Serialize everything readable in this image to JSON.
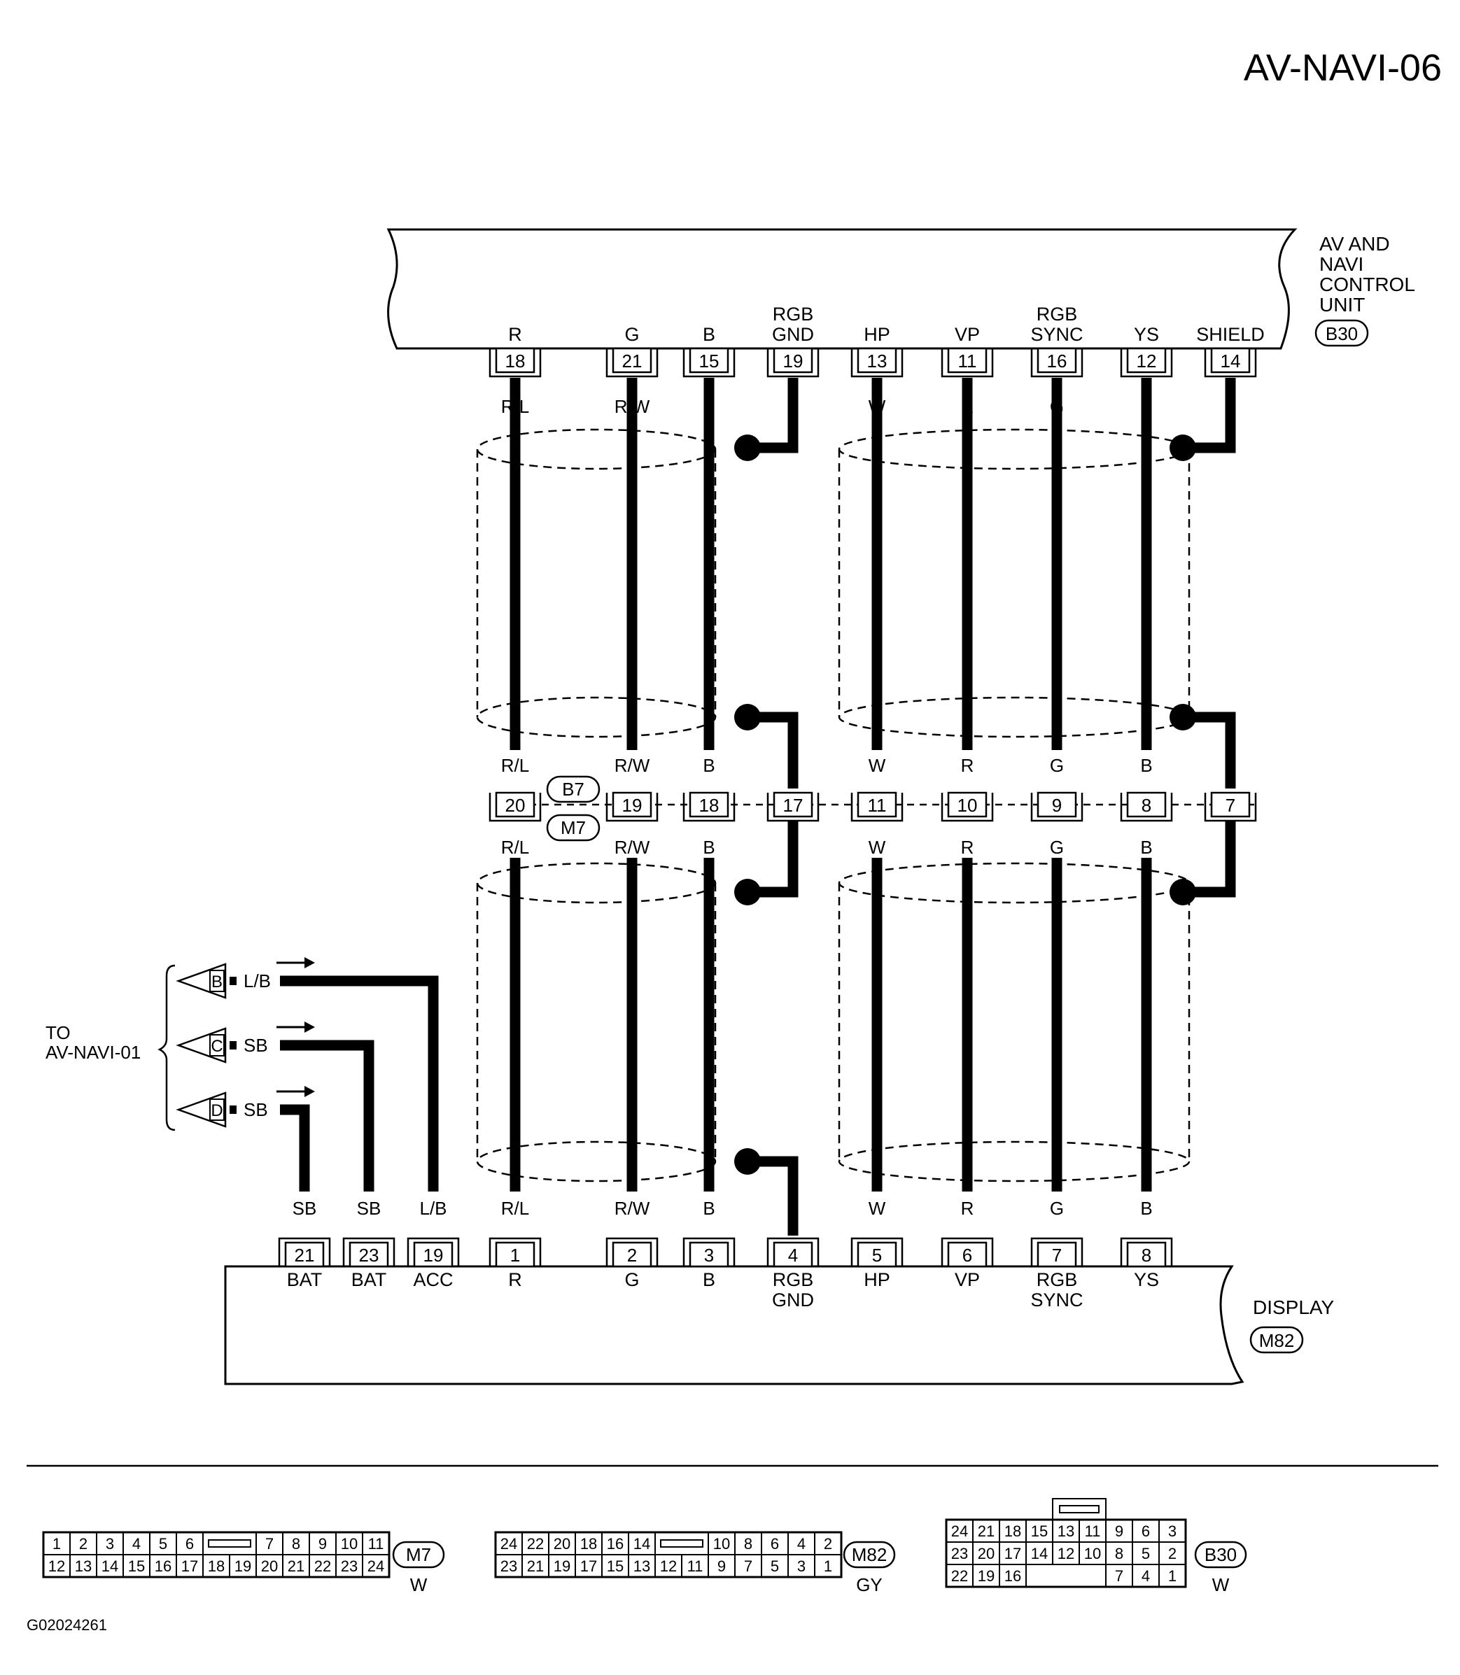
{
  "page_title": "AV-NAVI-06",
  "figure_code": "G02024261",
  "top_unit": {
    "name_lines": [
      "AV AND",
      "NAVI",
      "CONTROL",
      "UNIT"
    ],
    "connector": "B30",
    "pins": [
      {
        "pin": "18",
        "label": [
          "R"
        ],
        "wire": "R/L"
      },
      {
        "pin": "21",
        "label": [
          "G"
        ],
        "wire": "R/W"
      },
      {
        "pin": "15",
        "label": [
          "B"
        ],
        "wire": "B"
      },
      {
        "pin": "19",
        "label": [
          "RGB",
          "GND"
        ],
        "wire": ""
      },
      {
        "pin": "13",
        "label": [
          "HP"
        ],
        "wire": "W"
      },
      {
        "pin": "11",
        "label": [
          "VP"
        ],
        "wire": "R"
      },
      {
        "pin": "16",
        "label": [
          "RGB",
          "SYNC"
        ],
        "wire": "G"
      },
      {
        "pin": "12",
        "label": [
          "YS"
        ],
        "wire": "B"
      },
      {
        "pin": "14",
        "label": [
          "SHIELD"
        ],
        "wire": ""
      }
    ]
  },
  "junction": {
    "upper": "B7",
    "lower": "M7",
    "pins": [
      "20",
      "19",
      "18",
      "17",
      "11",
      "10",
      "9",
      "8",
      "7"
    ],
    "wires_above": [
      "R/L",
      "R/W",
      "B",
      "",
      "W",
      "R",
      "G",
      "B",
      ""
    ],
    "wires_below": [
      "R/L",
      "R/W",
      "B",
      "",
      "W",
      "R",
      "G",
      "B",
      ""
    ]
  },
  "display_unit": {
    "name": "DISPLAY",
    "connector": "M82",
    "pins": [
      {
        "pin": "21",
        "label": [
          "BAT"
        ],
        "wire": "SB"
      },
      {
        "pin": "23",
        "label": [
          "BAT"
        ],
        "wire": "SB"
      },
      {
        "pin": "19",
        "label": [
          "ACC"
        ],
        "wire": "L/B"
      },
      {
        "pin": "1",
        "label": [
          "R"
        ],
        "wire": "R/L"
      },
      {
        "pin": "2",
        "label": [
          "G"
        ],
        "wire": "R/W"
      },
      {
        "pin": "3",
        "label": [
          "B"
        ],
        "wire": "B"
      },
      {
        "pin": "4",
        "label": [
          "RGB",
          "GND"
        ],
        "wire": ""
      },
      {
        "pin": "5",
        "label": [
          "HP"
        ],
        "wire": "W"
      },
      {
        "pin": "6",
        "label": [
          "VP"
        ],
        "wire": "R"
      },
      {
        "pin": "7",
        "label": [
          "RGB",
          "SYNC"
        ],
        "wire": "G"
      },
      {
        "pin": "8",
        "label": [
          "YS"
        ],
        "wire": "B"
      }
    ]
  },
  "to_reference": {
    "text_lines": [
      "TO",
      "AV-NAVI-01"
    ],
    "items": [
      {
        "letter": "B",
        "wire": "L/B"
      },
      {
        "letter": "C",
        "wire": "SB"
      },
      {
        "letter": "D",
        "wire": "SB"
      }
    ]
  },
  "connector_faces": [
    {
      "id": "M7",
      "color": "W",
      "top": [
        "1",
        "2",
        "3",
        "4",
        "5",
        "6",
        "",
        "",
        "7",
        "8",
        "9",
        "10",
        "11"
      ],
      "bottom": [
        "12",
        "13",
        "14",
        "15",
        "16",
        "17",
        "18",
        "19",
        "20",
        "21",
        "22",
        "23",
        "24"
      ]
    },
    {
      "id": "M82",
      "color": "GY",
      "top": [
        "24",
        "22",
        "20",
        "18",
        "16",
        "14",
        "",
        "",
        "10",
        "8",
        "6",
        "4",
        "2"
      ],
      "bottom": [
        "23",
        "21",
        "19",
        "17",
        "15",
        "13",
        "12",
        "11",
        "9",
        "7",
        "5",
        "3",
        "1"
      ]
    },
    {
      "id": "B30",
      "color": "W",
      "row1": [
        "24",
        "21",
        "18",
        "15",
        "13",
        "11",
        "9",
        "6",
        "3"
      ],
      "row2": [
        "23",
        "20",
        "17",
        "14",
        "12",
        "10",
        "8",
        "5",
        "2"
      ],
      "row3": [
        "22",
        "19",
        "16",
        "",
        "",
        "",
        "7",
        "4",
        "1"
      ]
    }
  ]
}
